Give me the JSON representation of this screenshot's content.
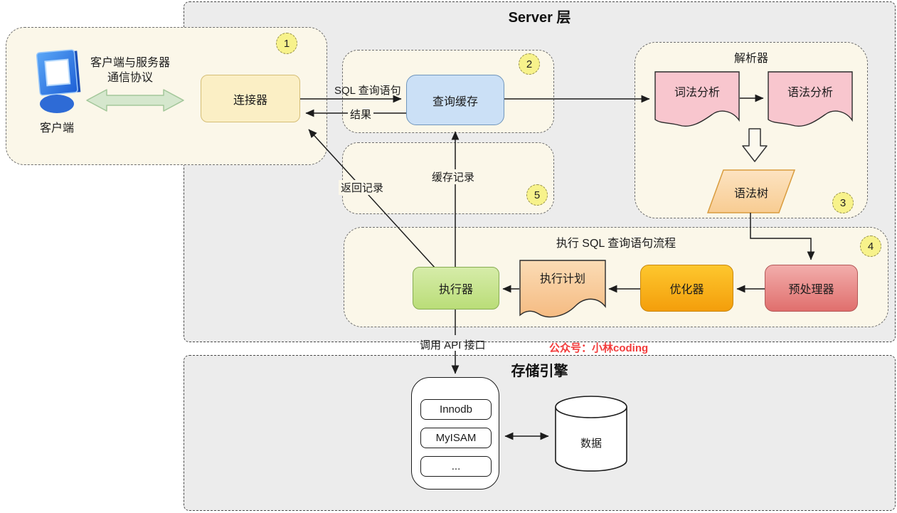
{
  "diagram": {
    "server_layer_title": "Server 层",
    "storage_layer_title": "存储引擎",
    "watermark": "公众号：小林coding"
  },
  "client_section": {
    "badge": "1",
    "client_label": "客户端",
    "protocol_line1": "客户端与服务器",
    "protocol_line2": "通信协议",
    "connector": "连接器"
  },
  "query_cache_section": {
    "badge": "2",
    "query_cache": "查询缓存",
    "sql_arrow_label": "SQL 查询语句",
    "result_arrow_label": "结果"
  },
  "parser_section": {
    "badge": "3",
    "title": "解析器",
    "lexical_analysis": "词法分析",
    "syntax_analysis": "语法分析",
    "syntax_tree": "语法树"
  },
  "execute_section": {
    "badge": "4",
    "title": "执行 SQL 查询语句流程",
    "executor": "执行器",
    "execution_plan": "执行计划",
    "optimizer": "优化器",
    "preprocessor": "预处理器"
  },
  "cache_record_section": {
    "badge": "5",
    "label": "缓存记录"
  },
  "flow_labels": {
    "return_record": "返回记录",
    "call_api": "调用 API 接口"
  },
  "storage_section": {
    "engines": [
      "Innodb",
      "MyISAM",
      "..."
    ],
    "data_label": "数据"
  },
  "icons": {
    "client": "client-computer-icon",
    "data_store": "database-cylinder-icon",
    "flow_documents": "document-shape-icon",
    "down_block_arrow": "hollow-down-arrow-icon",
    "protocol_arrow": "green-double-arrow-icon"
  },
  "colors": {
    "layer_fill": "#ECECEC",
    "panel_fill": "#FBF7E9",
    "connector_fill": "#FBEFC5",
    "query_cache_fill": "#CBE0F6",
    "executor_fill": "#C9E695",
    "optimizer_top": "#FDC72E",
    "optimizer_bottom": "#F49E0B",
    "preprocessor_top": "#F2ADAB",
    "preprocessor_bottom": "#E06F6D",
    "document_pink": "#F8C6CE",
    "plan_top": "#FBDCB5",
    "plan_bottom": "#F5BB82",
    "tree_top": "#FCE3C1",
    "tree_bottom": "#F8CC92",
    "badge_fill": "#F7F28B",
    "green_arrow": "#D5E7CD",
    "watermark_red": "#F23C3C"
  }
}
